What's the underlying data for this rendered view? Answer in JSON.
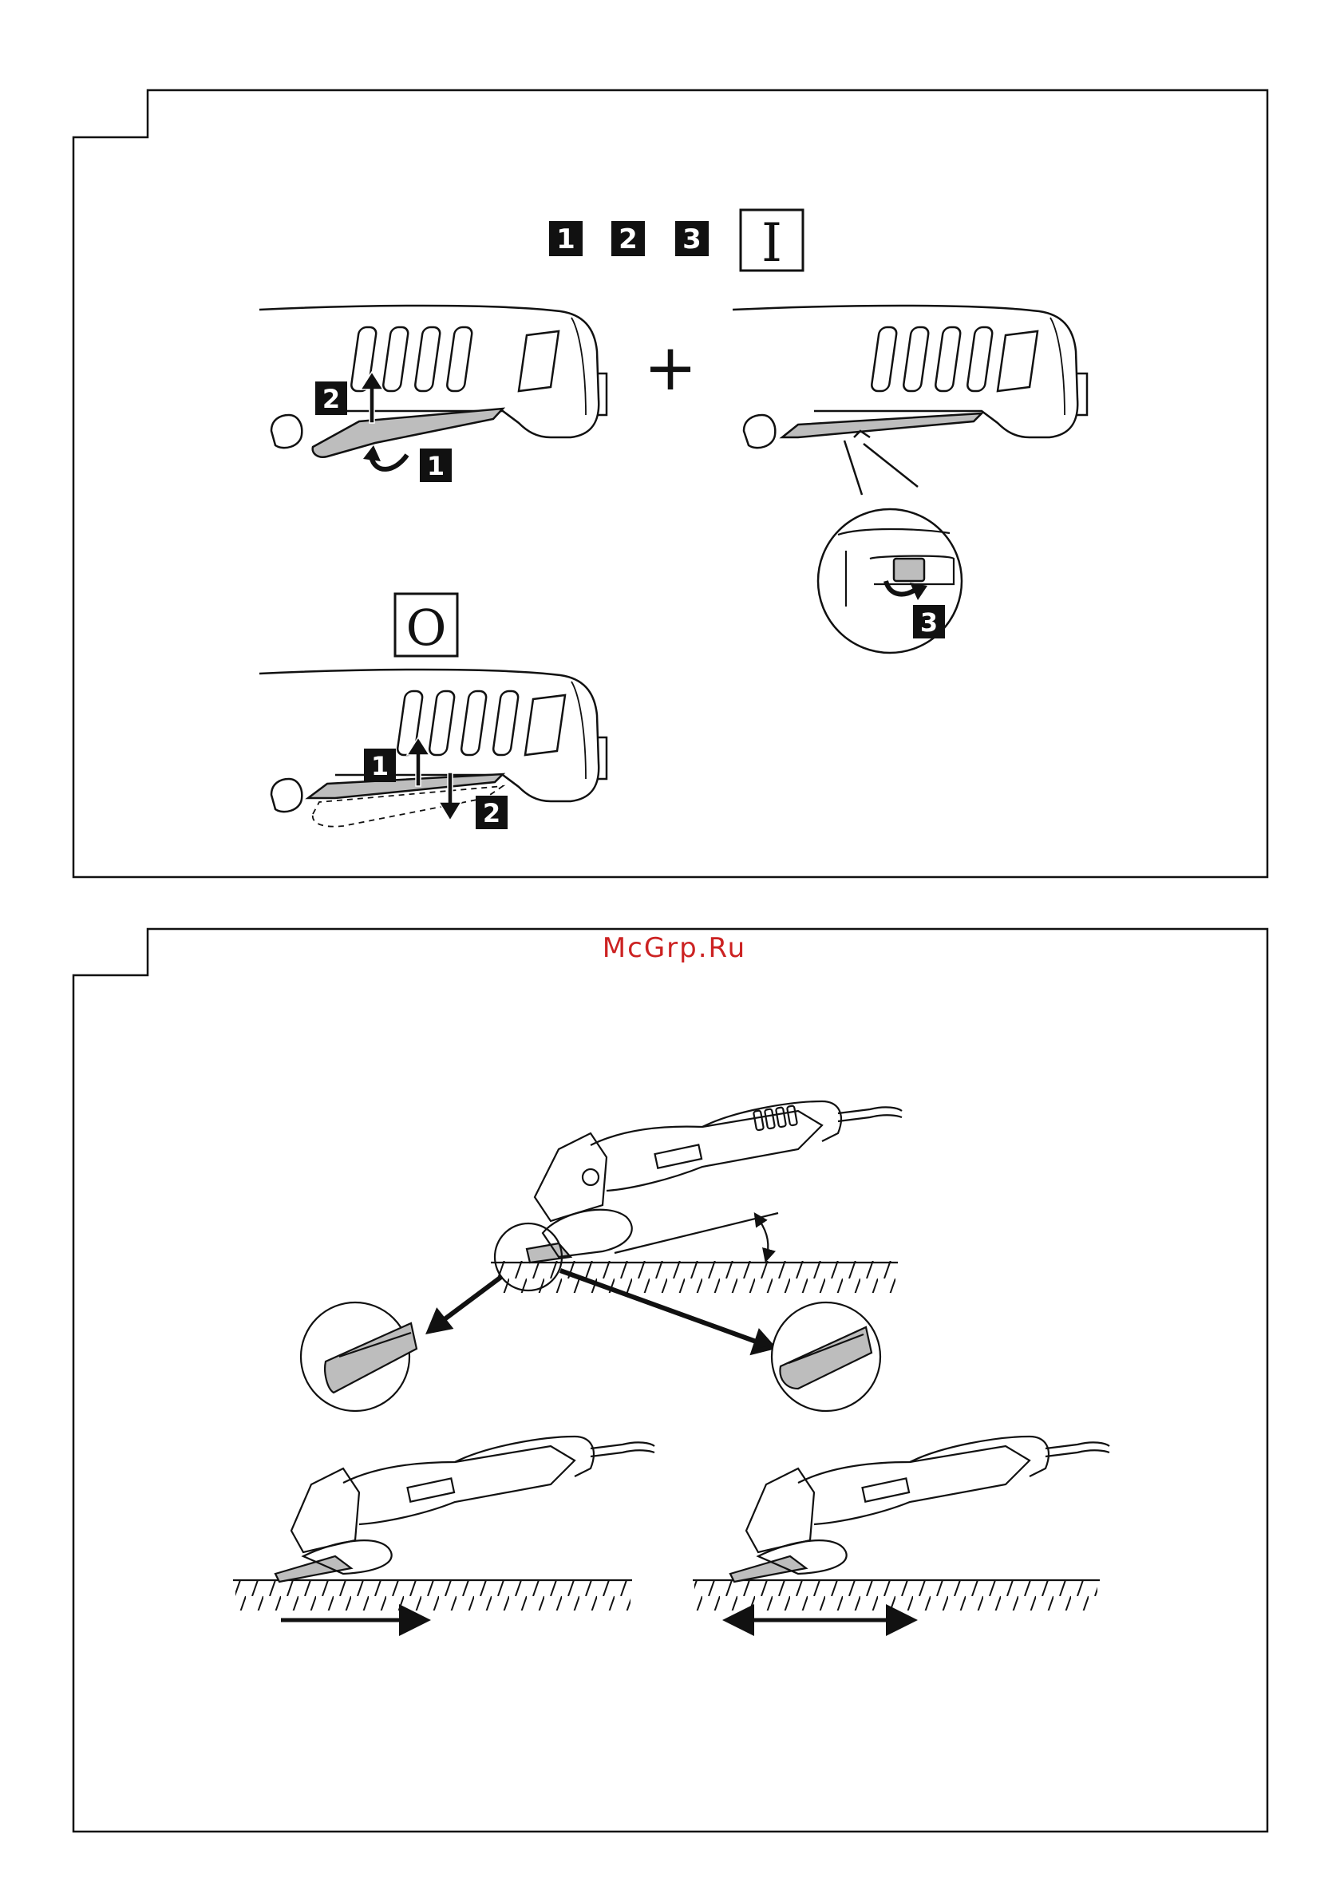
{
  "watermark": {
    "text": "McGrp.Ru",
    "color": "#cc2222"
  },
  "figure1": {
    "header_steps": [
      "1",
      "2",
      "3"
    ],
    "on_symbol": "I",
    "off_symbol": "O",
    "plus_symbol": "+",
    "left_steps": [
      "2",
      "1"
    ],
    "detail_step": "3",
    "off_steps": [
      "1",
      "2"
    ]
  },
  "figure2": {},
  "colors": {
    "ink": "#111111",
    "fill": "#bdbdbd",
    "paper": "#ffffff"
  }
}
